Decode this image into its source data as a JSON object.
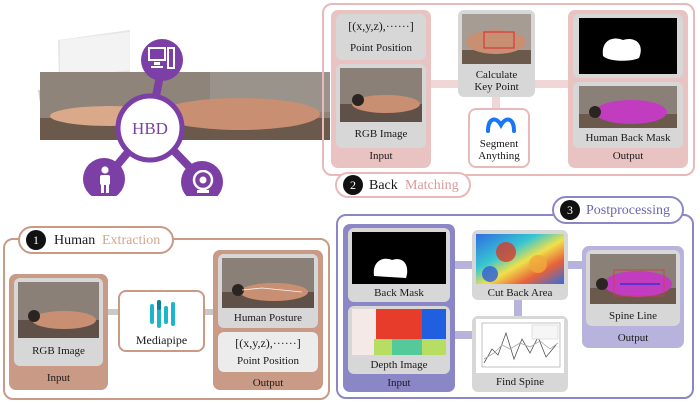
{
  "hub": {
    "label": "HBD"
  },
  "colors": {
    "purple": "#7b3fa6",
    "extraction": "#c99a86",
    "matching": "#e8b9b9",
    "post": "#8b87c6",
    "mask_magenta": "#c23cc0"
  },
  "hub_icons": [
    "computer-icon",
    "person-icon",
    "webcam-icon"
  ],
  "stage1": {
    "number": "1",
    "title_a": "Human",
    "title_b": "Extraction",
    "input_card_label": "RGB Image",
    "input_label": "Input",
    "tool_label": "Mediapipe",
    "posture_label": "Human Posture",
    "point_text": "[(x,y,z),······]",
    "point_label": "Point Position",
    "output_label": "Output"
  },
  "stage2": {
    "number": "2",
    "title_a": "Back",
    "title_b": "Matching",
    "point_text": "[(x,y,z),······]",
    "point_label": "Point Position",
    "rgb_label": "RGB Image",
    "input_label": "Input",
    "keypoint_label_1": "Calculate",
    "keypoint_label_2": "Key Point",
    "sam_label_1": "Segment",
    "sam_label_2": "Anything",
    "mask_label": "Human Back Mask",
    "output_label": "Output"
  },
  "stage3": {
    "number": "3",
    "title": "Postprocessing",
    "backmask_label": "Back Mask",
    "depth_label": "Depth Image",
    "input_label": "Input",
    "cut_label": "Cut Back Area",
    "find_label": "Find Spine",
    "spine_label": "Spine Line",
    "output_label": "Output"
  }
}
